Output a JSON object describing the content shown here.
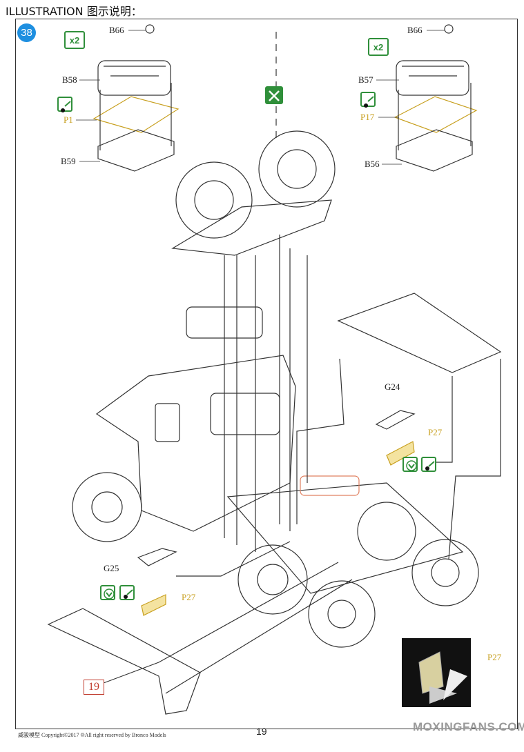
{
  "header": {
    "title": "ILLUSTRATION 图示说明："
  },
  "step": {
    "number": "38"
  },
  "quantities": {
    "left": "x2",
    "right": "x2"
  },
  "parts": {
    "b66_left": "B66",
    "b58": "B58",
    "p1": "P1",
    "b59": "B59",
    "b66_right": "B66",
    "b57": "B57",
    "p17": "P17",
    "b56": "B56",
    "g24": "G24",
    "p27_right": "P27",
    "g25": "G25",
    "p27_left": "P27",
    "p27_inset": "P27"
  },
  "reference": {
    "step_ref": "19"
  },
  "footer": {
    "copyright": "威骏模型  Copyright©2017  ®All right reserved by Bronco Models",
    "page_number": "19"
  },
  "watermark": {
    "text": "MOXINGFANS.COM"
  },
  "colors": {
    "step_badge": "#1e8fe0",
    "icon_green": "#2f8f3a",
    "paint_yellow": "#c8a020",
    "ref_red": "#c0392b"
  },
  "icons": [
    "glue-icon",
    "paint-icon",
    "arrow-down-icon",
    "attach-rotate-icon"
  ]
}
